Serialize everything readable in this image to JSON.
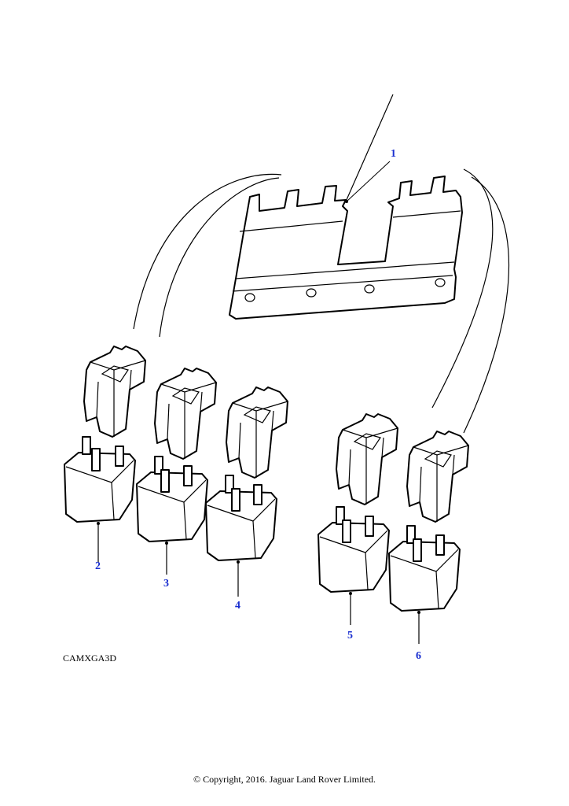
{
  "diagram": {
    "callouts": [
      {
        "id": "1",
        "label": "1"
      },
      {
        "id": "2",
        "label": "2"
      },
      {
        "id": "3",
        "label": "3"
      },
      {
        "id": "4",
        "label": "4"
      },
      {
        "id": "5",
        "label": "5"
      },
      {
        "id": "6",
        "label": "6"
      }
    ],
    "drawing_code": "CAMXGA3D",
    "copyright": "© Copyright, 2016. Jaguar Land Rover Limited.",
    "callout_color": "#1a2fd0"
  }
}
